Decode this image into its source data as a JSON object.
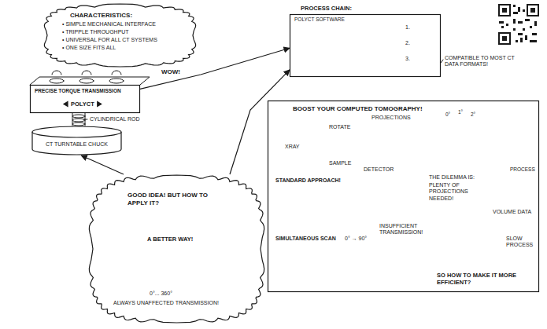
{
  "diagram": {
    "nodes": [
      {
        "text": [
          "CHARACTERISTICS:",
          "• SIMPLE MECHANICAL INTERFACE",
          "• TRIPPLE THROUGHPUT",
          "• UNIVERSAL FOR ALL CT SYSTEMS",
          "• ONE SIZE FITS ALL"
        ]
      },
      {
        "text": [
          "PROCESS CHAIN:",
          "POLYCT SOFTWARE"
        ]
      },
      {
        "text": [
          "PRECISE TORQUE TRANSMISSION",
          "POLYCT"
        ]
      },
      {
        "text": [
          "CT TURNTABLE CHUCK"
        ]
      },
      {
        "text": [
          "BOOST YOUR COMPUTED TOMOGRAPHY!"
        ]
      },
      {
        "text": [
          "GOOD IDEA! BUT HOW TO APPLY IT?",
          "A BETTER WAY!",
          "ALWAYS UNAFFECTED TRANSMISSION!"
        ]
      }
    ],
    "edges": [
      {
        "from": 2,
        "to": 1,
        "arrow": "to"
      },
      {
        "from": 5,
        "to": 3,
        "arrow": "to"
      },
      {
        "from": 5,
        "to": 1,
        "arrow": "to"
      }
    ],
    "labels": [
      "WOW!",
      "CYLINDRICAL ROD",
      "1.",
      "2.",
      "3.",
      "COMPATIBLE TO MOST CT DATA FORMATS!",
      "XRAY",
      "ROTATE",
      "SAMPLE",
      "PROJECTIONS",
      "DETECTOR",
      "0°",
      "1°",
      "2°",
      "STANDARD APPROACH!",
      "THE DILEMMA IS:",
      "PLENTY OF PROJECTIONS NEEDED!",
      "PROCESS",
      "VOLUME DATA",
      "SIMULTANEOUS SCAN",
      "0° → 90°",
      "INSUFFICIENT TRANSMISSION!",
      "SLOW PROCESS",
      "SO HOW TO MAKE IT MORE EFFICIENT?",
      "0°... 360°"
    ]
  }
}
